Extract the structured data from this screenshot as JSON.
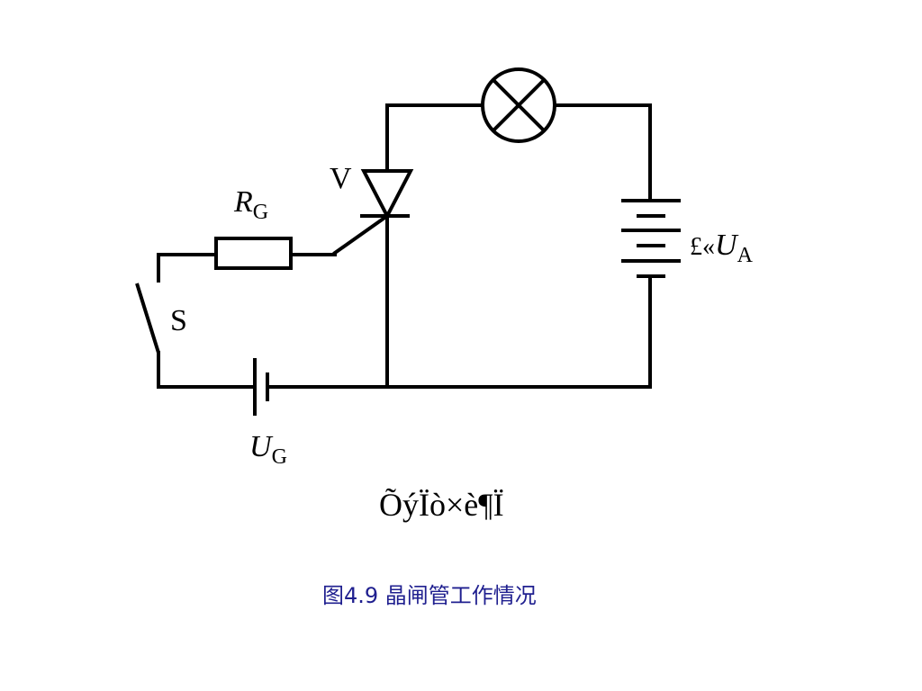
{
  "labels": {
    "resistor_letter": "R",
    "resistor_sub": "G",
    "thyristor": "V",
    "switch": "S",
    "gate_source_letter": "U",
    "gate_source_sub": "G",
    "anode_prefix": "£«",
    "anode_letter": "U",
    "anode_sub": "A"
  },
  "garbled_text": "ÕýÏò×è¶Ï",
  "caption": "图4.9  晶闸管工作情况",
  "colors": {
    "wire": "#000000",
    "caption": "#1f1f8f"
  },
  "components": {
    "lamp": "lamp-icon",
    "thyristor": "thyristor-icon",
    "resistor": "resistor-icon",
    "switch": "switch-icon",
    "battery_main": "battery-icon",
    "battery_gate": "cell-icon"
  }
}
